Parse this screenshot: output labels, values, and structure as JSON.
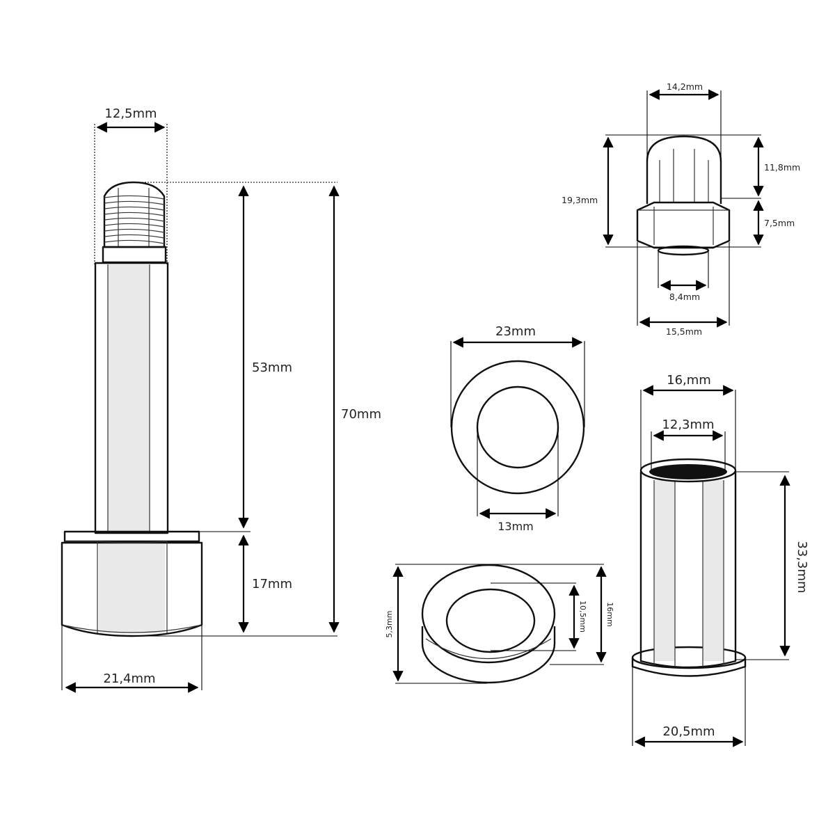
{
  "bolt": {
    "thread_diameter": "12,5mm",
    "shank_length": "53mm",
    "total_length": "70mm",
    "head_height": "17mm",
    "head_width": "21,4mm"
  },
  "cap_nut": {
    "dome_width": "14,2mm",
    "dome_height": "11,8mm",
    "total_height": "19,3mm",
    "hex_height": "7,5mm",
    "thread_bore": "8,4mm",
    "hex_width": "15,5mm"
  },
  "washer": {
    "outer_diameter": "23mm",
    "inner_diameter": "13mm"
  },
  "seal_ring": {
    "thickness": "5,3mm",
    "inner_diameter": "10,5mm",
    "outer_diameter": "16mm"
  },
  "bushing": {
    "outer_diameter": "16,mm",
    "inner_diameter": "12,3mm",
    "length": "33,3mm",
    "flange_diameter": "20,5mm"
  }
}
